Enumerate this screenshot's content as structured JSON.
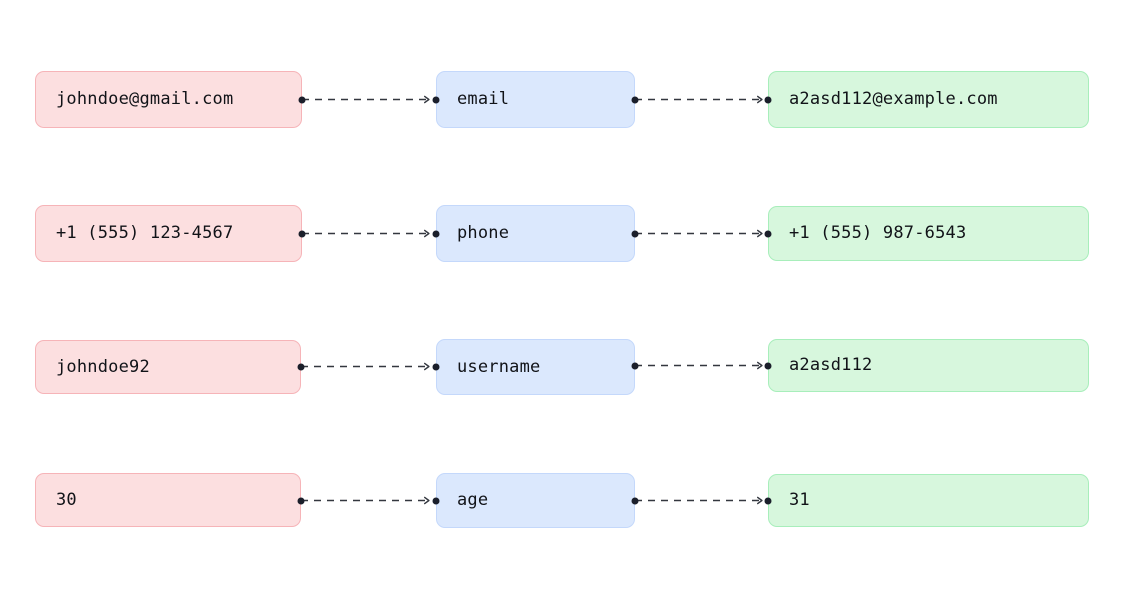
{
  "diagram": {
    "type": "mapping-diagram",
    "orientation": "left-to-right",
    "columns": [
      {
        "id": "source",
        "role": "source-values",
        "color": "#fcdfe0",
        "border_color": "#f6b4b8"
      },
      {
        "id": "field",
        "role": "field-names",
        "color": "#dbe8fd",
        "border_color": "#c4d8fb"
      },
      {
        "id": "target",
        "role": "target-values",
        "color": "#d7f7dd",
        "border_color": "#a8eebb"
      }
    ],
    "edge_style": {
      "line": "dashed",
      "color": "#33373f",
      "arrowhead": "open-chevron",
      "endpoint_marker": "filled-dot"
    },
    "rows": [
      {
        "id": "email",
        "source": "johndoe@gmail.com",
        "field": "email",
        "target": "a2asd112@example.com"
      },
      {
        "id": "phone",
        "source": "+1 (555) 123-4567",
        "field": "phone",
        "target": "+1 (555) 987-6543"
      },
      {
        "id": "username",
        "source": "johndoe92",
        "field": "username",
        "target": "a2asd112"
      },
      {
        "id": "age",
        "source": "30",
        "field": "age",
        "target": "31"
      }
    ]
  }
}
